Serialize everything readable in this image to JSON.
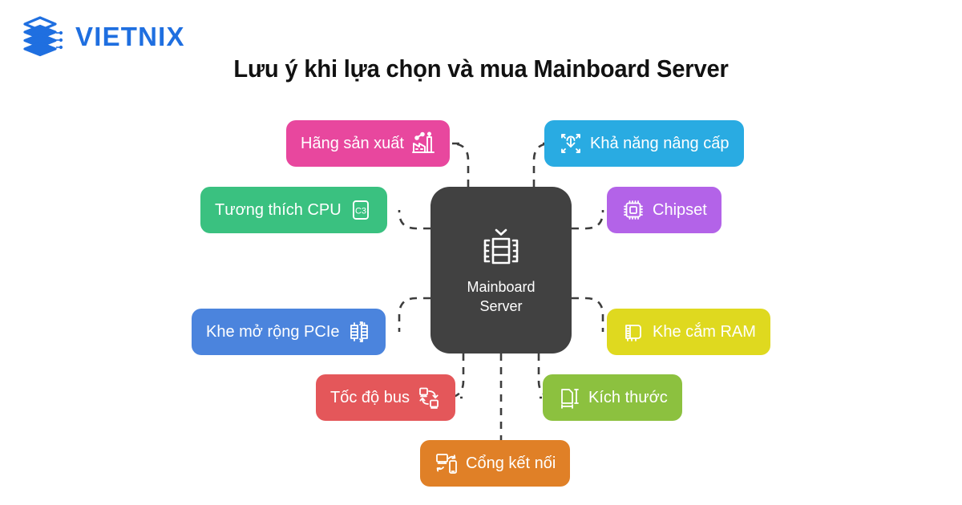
{
  "brand": {
    "name": "VIETNIX",
    "logo_icon": "stacked-layers-icon",
    "color": "#1f6fe0"
  },
  "title": "Lưu ý khi lựa chọn và mua Mainboard Server",
  "diagram": {
    "type": "mind-map",
    "center": {
      "label_line1": "Mainboard",
      "label_line2": "Server",
      "icon": "server-rack-icon",
      "color": "#414141"
    },
    "connector": {
      "style": "dashed",
      "color": "#3d3d3d"
    },
    "nodes": [
      {
        "id": "manufacturer",
        "label": "Hãng sản xuất",
        "icon": "factory-icon",
        "color": "#e8479e",
        "icon_position": "right"
      },
      {
        "id": "upgrade",
        "label": "Khả năng nâng cấp",
        "icon": "expand-arrows-icon",
        "color": "#29abe2",
        "icon_position": "left"
      },
      {
        "id": "cpu",
        "label": "Tương thích CPU",
        "icon": "cpu-chip-icon",
        "icon_text": "C3",
        "color": "#3ac180",
        "icon_position": "right"
      },
      {
        "id": "chipset",
        "label": "Chipset",
        "icon": "microchip-icon",
        "color": "#b363e8",
        "icon_position": "left"
      },
      {
        "id": "pcie",
        "label": "Khe mở rộng PCIe",
        "icon": "expansion-slot-icon",
        "color": "#4b84dd",
        "icon_position": "right"
      },
      {
        "id": "ram",
        "label": "Khe cắm RAM",
        "icon": "memory-module-icon",
        "color": "#dfd91f",
        "icon_position": "left"
      },
      {
        "id": "bus",
        "label": "Tốc độ bus",
        "icon": "data-transfer-icon",
        "color": "#e4575a",
        "icon_position": "right"
      },
      {
        "id": "size",
        "label": "Kích thước",
        "icon": "dimensions-icon",
        "color": "#8cc13f",
        "icon_position": "left"
      },
      {
        "id": "ports",
        "label": "Cổng kết nối",
        "icon": "device-connection-icon",
        "color": "#e08027",
        "icon_position": "left"
      }
    ]
  }
}
